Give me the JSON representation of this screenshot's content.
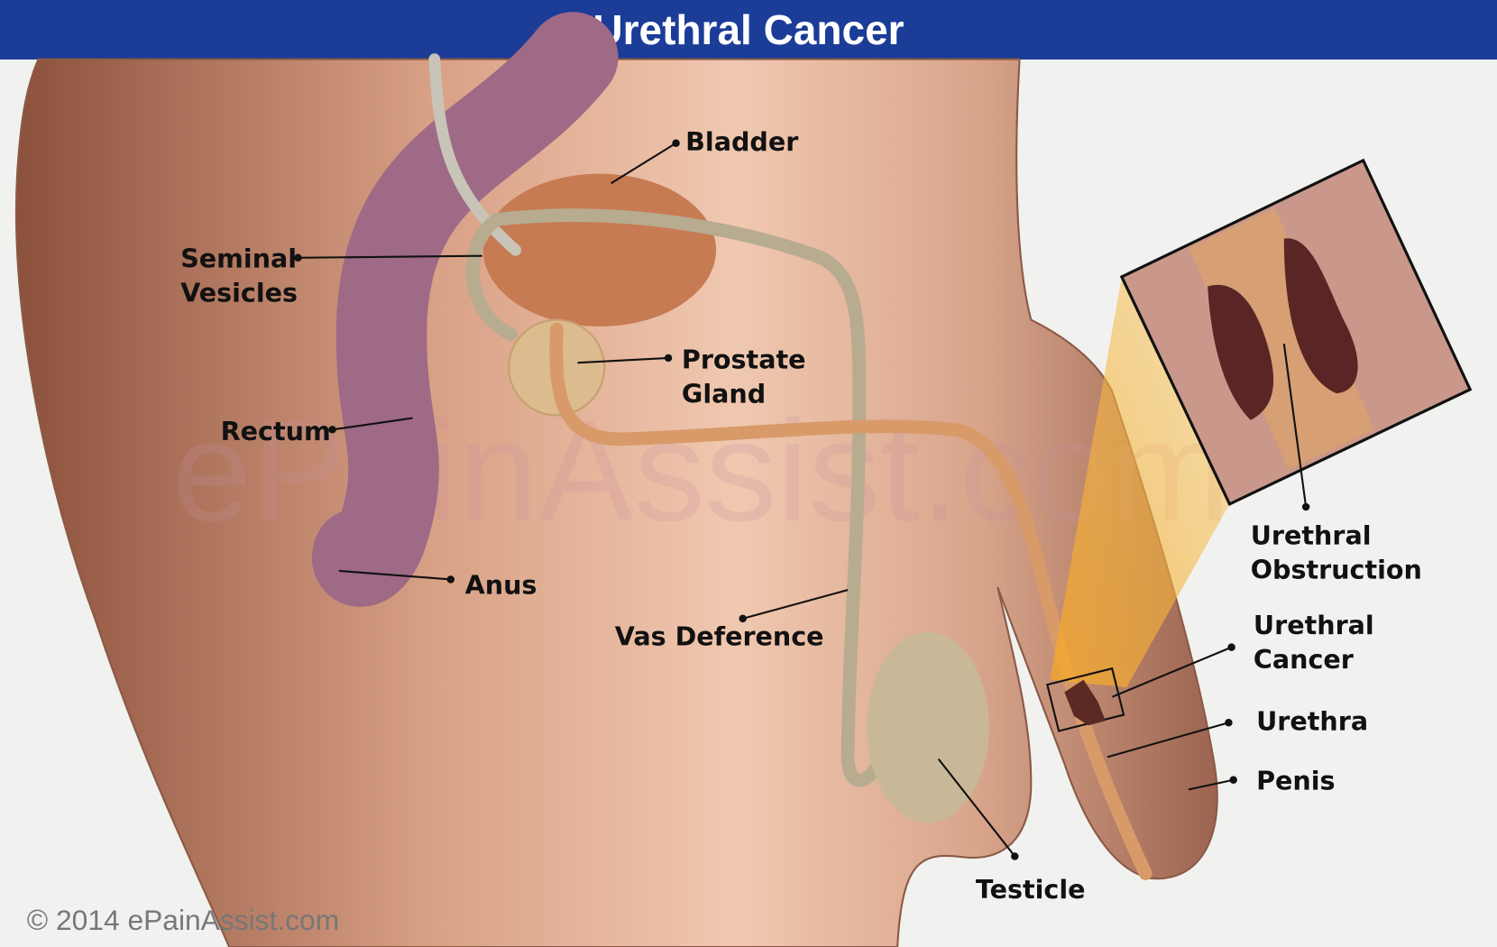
{
  "title": "Urethral Cancer",
  "labels": {
    "bladder": "Bladder",
    "seminal_1": "Seminal",
    "seminal_2": "Vesicles",
    "prostate_1": "Prostate",
    "prostate_2": "Gland",
    "rectum": "Rectum",
    "anus": "Anus",
    "vas": "Vas Deference",
    "testicle": "Testicle",
    "obstruction_1": "Urethral",
    "obstruction_2": "Obstruction",
    "cancer_1": "Urethral",
    "cancer_2": "Cancer",
    "urethra": "Urethra",
    "penis": "Penis"
  },
  "watermark": "ePainAssist.com",
  "copyright": "© 2014 ePainAssist.com",
  "colors": {
    "header": "#1b3c97",
    "skin": "#c98a6c",
    "rectum": "#9e6a86",
    "bladder": "#c77b52",
    "urethra": "#d99a6a",
    "vas": "#b7ab90"
  }
}
